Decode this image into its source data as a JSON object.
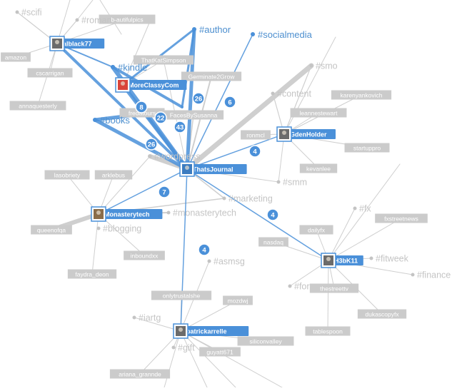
{
  "colors": {
    "accent": "#4a90d9",
    "accent_label": "#4d8fcf",
    "gray_link": "#cfcfcf",
    "gray_box": "#cbcbcb",
    "gray_tag": "#c4c4c4",
    "white": "#ffffff"
  },
  "users": [
    {
      "id": "alblack77",
      "label": "alblack77",
      "avatar": "avatar-photo-icon"
    },
    {
      "id": "moreclassy",
      "label": "MoreClassyCom",
      "avatar": "red-logo-icon"
    },
    {
      "id": "thatsjournal",
      "label": "ThatsJournal",
      "avatar": "journal-logo-icon"
    },
    {
      "id": "monasterytech",
      "label": "Monasterytech",
      "avatar": "monk-avatar-icon"
    },
    {
      "id": "gdenholder",
      "label": "GdenHolder",
      "avatar": "avatar-photo-icon"
    },
    {
      "id": "h3bk11",
      "label": "H3bK11",
      "avatar": "avatar-photo-icon"
    },
    {
      "id": "patrickarrelle",
      "label": "patrickarrelle",
      "avatar": "avatar-photo-icon"
    }
  ],
  "user_gray_labels": [
    "b-autifulpics",
    "amazon",
    "cscarrigan",
    "annaquesterly",
    "ThatKatSimpson",
    "Germinate2Grow",
    "fredatours",
    "FacesBySusanna",
    "ronmcl",
    "karenyankovich",
    "leannestewart",
    "startuppro",
    "kevanlee",
    "lasobriety",
    "arklebus",
    "queenofqa",
    "inboundxx",
    "faydra_deon",
    "nasdaq",
    "dailyfx",
    "fxstreetnews",
    "thestreettv",
    "dukascopyfx",
    "tablespoon",
    "onlytrustalshe",
    "mozdwj",
    "siliconvalley",
    "guyatt671",
    "ariana_grannde"
  ],
  "blue_tags": [
    "#author",
    "#socialmedia",
    "#kindle",
    "#books"
  ],
  "gray_tags": [
    "#scifi",
    "#roman",
    "#smo",
    "#content",
    "#smm",
    "#wordpress",
    "#marketing",
    "#monasterytech",
    "#blogging",
    "#fx",
    "#fitweek",
    "#finance",
    "#for",
    "#asmsg",
    "#iartg",
    "#gift"
  ],
  "link_counts": [
    "26",
    "6",
    "8",
    "22",
    "43",
    "26",
    "4",
    "7",
    "4",
    "4"
  ]
}
